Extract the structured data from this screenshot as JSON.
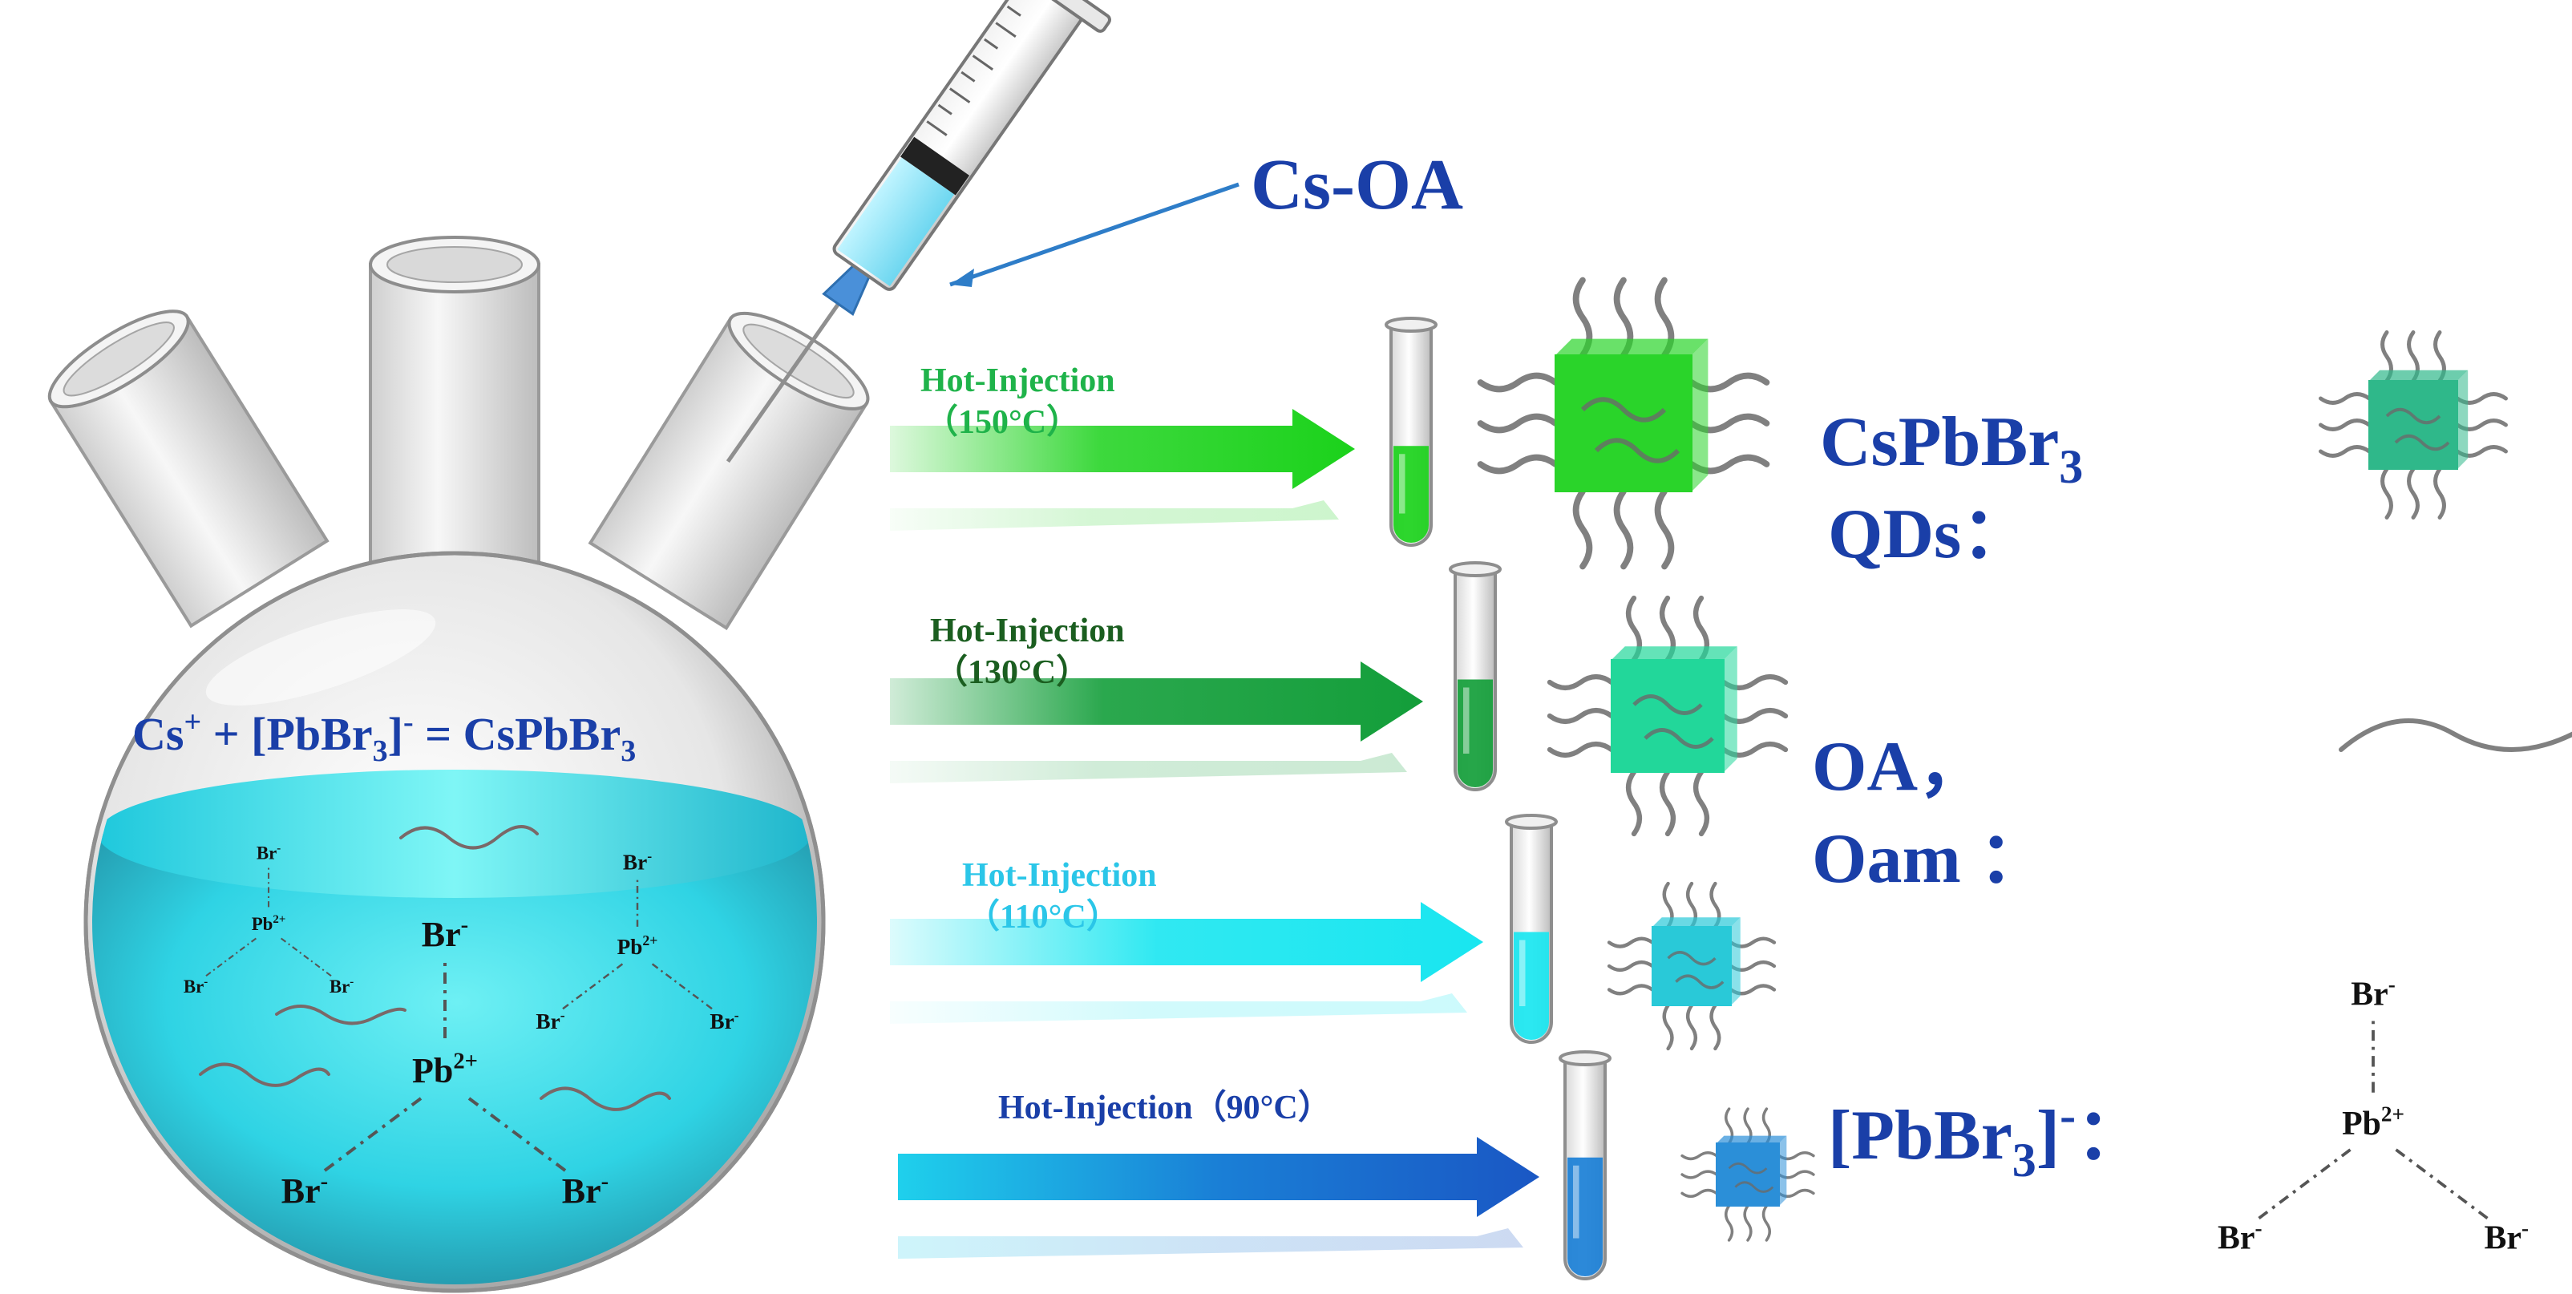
{
  "syringe": {
    "label": "Cs-OA"
  },
  "flask": {
    "equation": {
      "cs": "Cs",
      "cs_sup": "+",
      "plus": " + [PbBr",
      "sub3": "3",
      "close": "]",
      "minus_sup": "-",
      "eq": " = CsPbBr",
      "sub3b": "3"
    },
    "ion_labels": {
      "br": "Br",
      "br_sup": "-",
      "pb": "Pb",
      "pb_sup": "2+"
    }
  },
  "injections": [
    {
      "label": "Hot-Injection",
      "temp": "（150°C）",
      "color": "#1bd21b",
      "text_color": "#1fb34a"
    },
    {
      "label": "Hot-Injection",
      "temp": "（130°C）",
      "color": "#139e3a",
      "text_color": "#1b5e20"
    },
    {
      "label": "Hot-Injection",
      "temp": "（110°C）",
      "color": "#19e6f0",
      "text_color": "#2bc6e8"
    },
    {
      "label": "Hot-Injection",
      "temp": "（90°C）",
      "color": "#1a7fd6",
      "text_color": "#1a3fa8"
    }
  ],
  "legend": {
    "qds_label_main": "CsPbBr",
    "qds_label_sub": "3",
    "qds_label_line2": "QDs：",
    "ligand_label_line1": "OA，",
    "ligand_label_line2": "Oam ：",
    "complex_label_main": "[PbBr",
    "complex_label_sub": "3",
    "complex_label_end": "]",
    "complex_label_sup": "-",
    "complex_label_colon": "："
  },
  "colors": {
    "label_blue": "#1a3fa8",
    "solution": "#2fd6e6",
    "qd_green": "#2ad42a",
    "qd_teal": "#22d79a",
    "qd_cyan": "#29c9d8",
    "qd_blue": "#2b8fd8"
  }
}
